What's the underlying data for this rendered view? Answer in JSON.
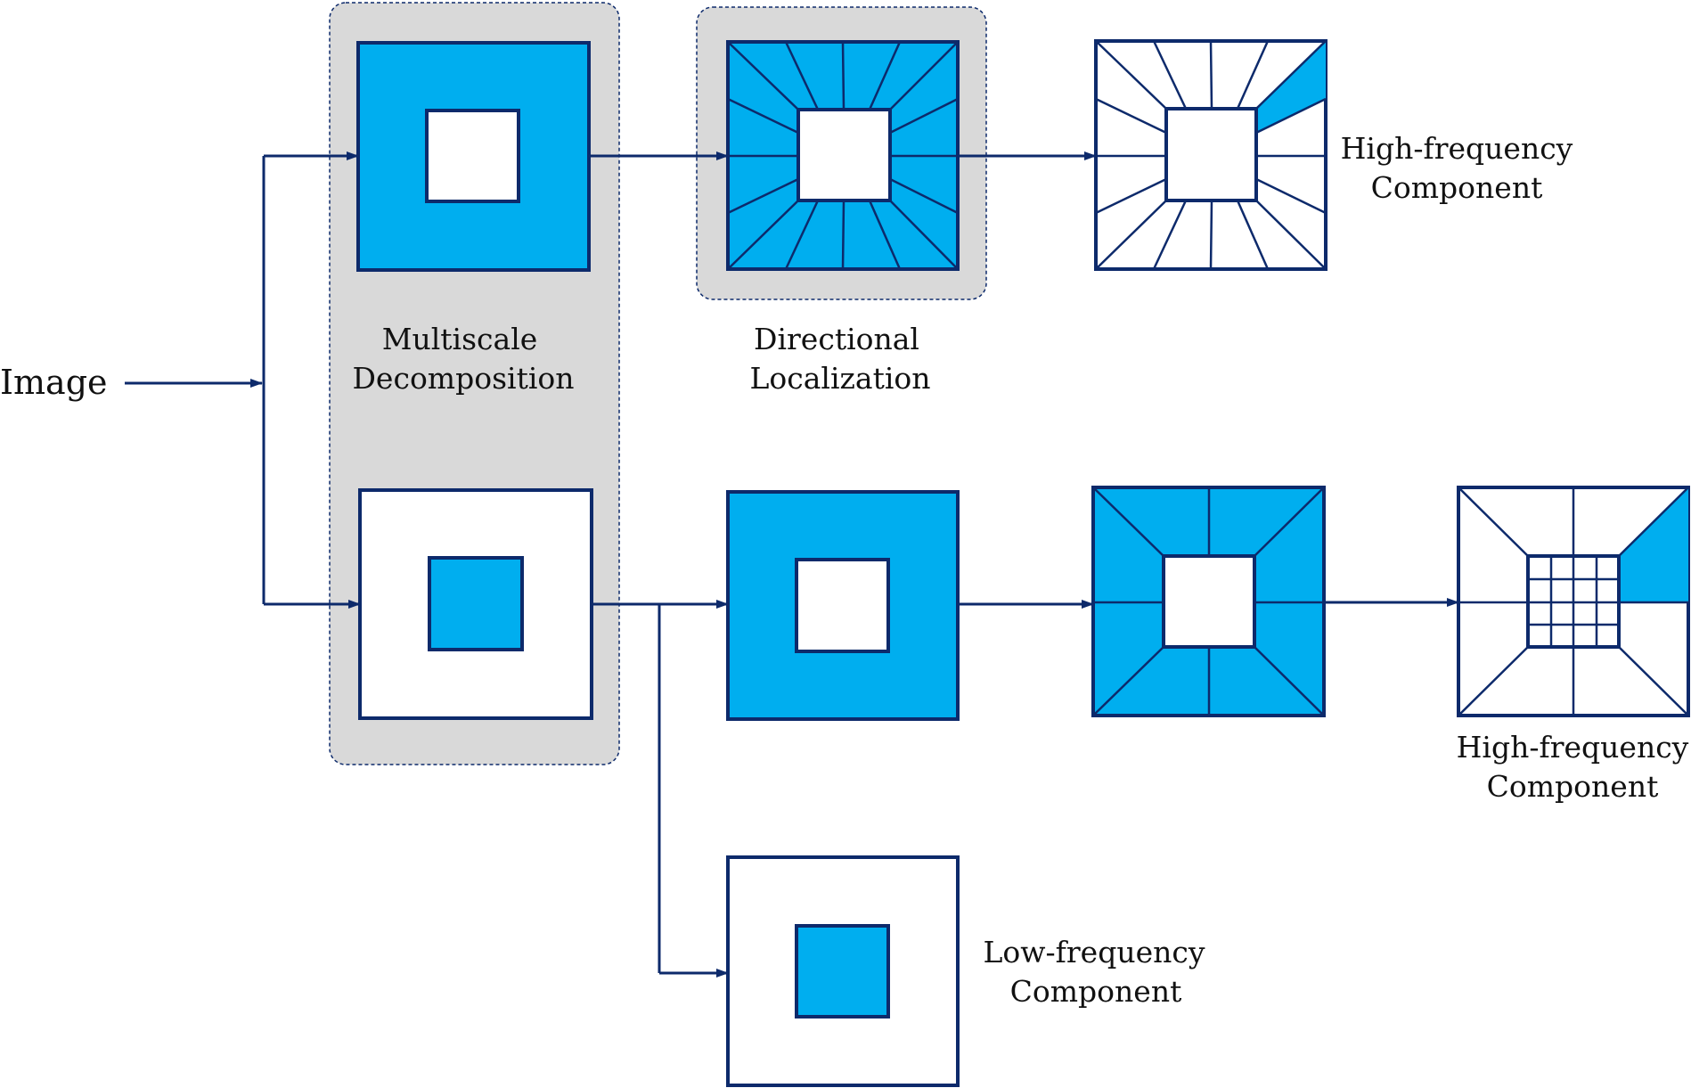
{
  "colors": {
    "accent": "#00aeef",
    "stroke": "#0d2a6b",
    "panel": "#d9d9d9",
    "background": "#ffffff"
  },
  "labels": {
    "input": "Image",
    "multiscale": [
      "Multiscale",
      "Decomposition"
    ],
    "directional": [
      "Directional",
      "Localization"
    ],
    "high_freq_top": [
      "High-frequency",
      "Component"
    ],
    "high_freq_bottom": [
      "High-frequency",
      "Component"
    ],
    "low_freq": [
      "Low-frequency",
      "Component"
    ]
  }
}
